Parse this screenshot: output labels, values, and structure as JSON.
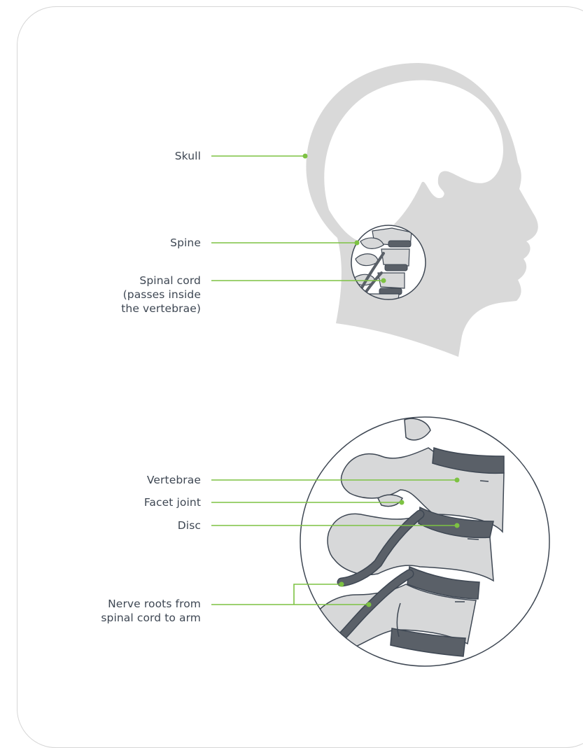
{
  "labels": {
    "skull": "Skull",
    "spine": "Spine",
    "spinal_cord": "Spinal cord\n(passes inside\nthe vertebrae)",
    "vertebrae": "Vertebrae",
    "facet_joint": "Facet joint",
    "disc": "Disc",
    "nerve_roots": "Nerve roots from\nspinal cord to arm"
  },
  "colors": {
    "head": "#d9d9d9",
    "bone": "#d7d8d9",
    "disc": "#5a6068",
    "outline": "#3e4753",
    "leader": "#7dc242"
  }
}
